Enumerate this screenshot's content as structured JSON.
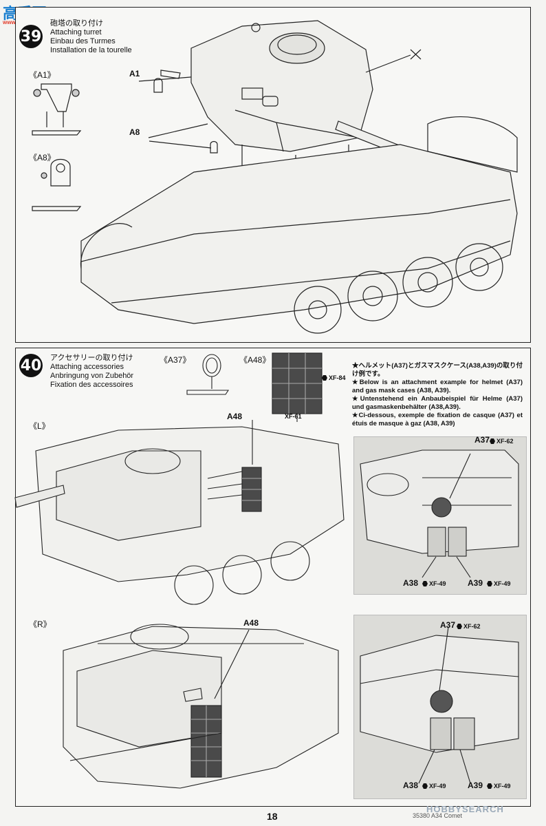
{
  "watermark_top": {
    "name": "高手网",
    "url": "www.gaoshou.com"
  },
  "watermark_bottom": "HOBBYSEARCH",
  "step39": {
    "number": "39",
    "title_jp": "砲塔の取り付け",
    "title_en": "Attaching turret",
    "title_de": "Einbau des Turmes",
    "title_fr": "Installation de la tourelle",
    "part_a1_header": "《A1》",
    "part_a8_header": "《A8》",
    "callout_a1": "A1",
    "callout_a8": "A8"
  },
  "step40": {
    "number": "40",
    "title_jp": "アクセサリーの取り付け",
    "title_en": "Attaching accessories",
    "title_de": "Anbringung von Zubehör",
    "title_fr": "Fixation des accessoires",
    "part_a37_header": "《A37》",
    "part_a48_header": "《A48》",
    "paint_xf84": "XF-84",
    "paint_xf61": "XF-61",
    "view_left": "《L》",
    "view_right": "《R》",
    "callout_a48_left": "A48",
    "callout_a48_right": "A48",
    "notes": [
      "★ヘルメット(A37)とガスマスクケース(A38,A39)の取り付け例です。",
      "★Below is an attachment example for helmet (A37) and gas mask cases (A38, A39).",
      "★Untenstehend ein Anbaubeispiel für Helme (A37) und gasmaskenbehälter (A38,A39).",
      "★Ci-dessous, exemple de fixation de casque (A37) et étuis de masque à gaz (A38, A39)"
    ],
    "inset1": {
      "a37": "A37",
      "a37_paint": "XF-62",
      "a38": "A38",
      "a38_paint": "XF-49",
      "a39": "A39",
      "a39_paint": "XF-49"
    },
    "inset2": {
      "a37": "A37",
      "a37_paint": "XF-62",
      "a38": "A38",
      "a38_paint": "XF-49",
      "a39": "A39",
      "a39_paint": "XF-49"
    }
  },
  "page_number": "18",
  "footer_code": "35380 A34 Comet"
}
